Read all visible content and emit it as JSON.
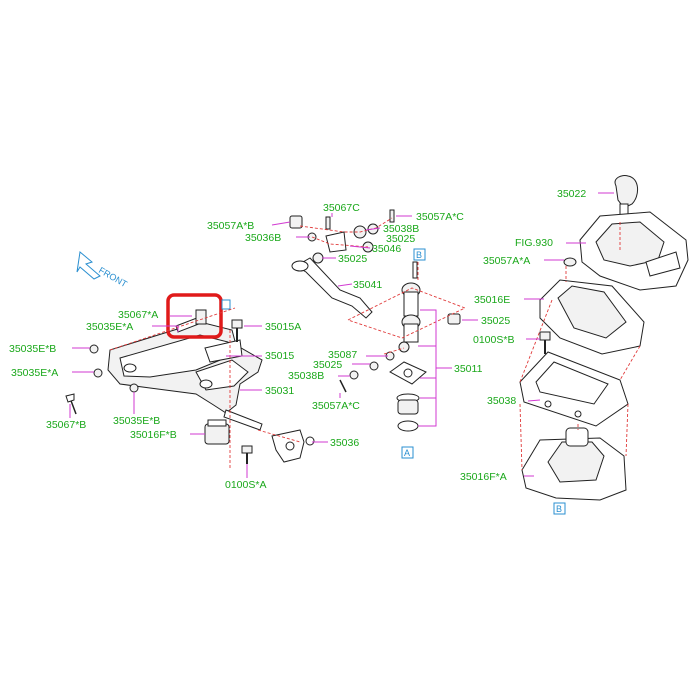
{
  "diagram": {
    "front_label": "FRONT",
    "labels": {
      "p35022": "35022",
      "fig930": "FIG.930",
      "p35057A_A": "35057A*A",
      "p35016E": "35016E",
      "p35025_r": "35025",
      "p0100S_B": "0100S*B",
      "p35038": "35038",
      "p35016F_A": "35016F*A",
      "p35067C": "35067C",
      "p35057A_C_top": "35057A*C",
      "p35057A_B": "35057A*B",
      "p35038B_top": "35038B",
      "p35036B": "35036B",
      "p35025_top": "35025",
      "p35046": "35046",
      "p35025_mid": "35025",
      "p35041": "35041",
      "p35067A": "35067*A",
      "p35035E_A_top": "35035E*A",
      "p35015A": "35015A",
      "p35035E_B_left": "35035E*B",
      "p35015": "35015",
      "p35035E_A_left": "35035E*A",
      "p35031": "35031",
      "p35087": "35087",
      "p35025_low": "35025",
      "p35038B_low": "35038B",
      "p35057A_C_low": "35057A*C",
      "p35011": "35011",
      "p35067B": "35067*B",
      "p35035E_B_low": "35035E*B",
      "p35016F_B": "35016F*B",
      "p35036": "35036",
      "p0100S_A": "0100S*A"
    },
    "refs": {
      "b_top": "B",
      "a_bottom": "A",
      "b_bottom": "B",
      "a_small": ""
    },
    "colors": {
      "label_text": "#1aa81a",
      "leader_line": "#d23ad2",
      "dashed_line": "#e03a3a",
      "ref_box": "#2a8fd0",
      "highlight": "#e01a1a"
    }
  }
}
